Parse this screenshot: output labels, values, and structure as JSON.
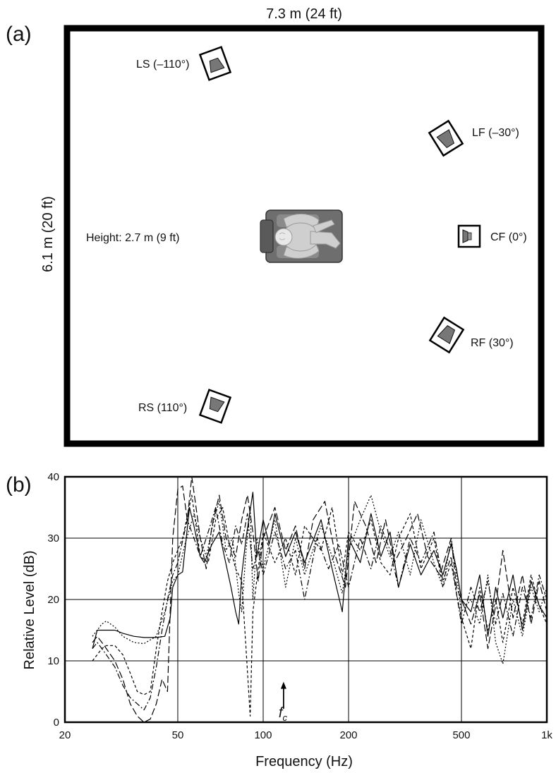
{
  "panel_a": {
    "panel_label": "(a)",
    "width_label": "7.3 m (24 ft)",
    "depth_label": "6.1 m (20 ft)",
    "height_label": "Height: 2.7 m (9 ft)",
    "speakers": [
      {
        "id": "ls",
        "label": "LS (–110°)",
        "angle_deg": -110
      },
      {
        "id": "lf",
        "label": "LF (–30°)",
        "angle_deg": -30
      },
      {
        "id": "cf",
        "label": "CF (0°)",
        "angle_deg": 0
      },
      {
        "id": "rf",
        "label": "RF (30°)",
        "angle_deg": 30
      },
      {
        "id": "rs",
        "label": "RS (110°)",
        "angle_deg": 110
      }
    ]
  },
  "panel_b": {
    "panel_label": "(b)",
    "xlabel": "Frequency (Hz)",
    "ylabel": "Relative Level (dB)",
    "fc_label": "f",
    "fc_sub": "c",
    "fc_hz": 118
  },
  "chart_data": {
    "type": "line",
    "xscale": "log",
    "xlim": [
      20,
      1000
    ],
    "ylim": [
      0,
      40
    ],
    "xticks": [
      20,
      50,
      100,
      200,
      500,
      1000
    ],
    "xtick_labels": [
      "20",
      "50",
      "100",
      "200",
      "500",
      "1k"
    ],
    "yticks": [
      0,
      10,
      20,
      30,
      40
    ],
    "ytick_labels": [
      "0",
      "10",
      "20",
      "30",
      "40"
    ],
    "grid": true,
    "xlabel": "Frequency (Hz)",
    "ylabel": "Relative Level (dB)",
    "series": [
      {
        "style": "solid",
        "points": [
          [
            25,
            12
          ],
          [
            26,
            15
          ],
          [
            27,
            15
          ],
          [
            28,
            15
          ],
          [
            30,
            15
          ],
          [
            32,
            14.5
          ],
          [
            35,
            14
          ],
          [
            38,
            13.8
          ],
          [
            42,
            13.8
          ],
          [
            45,
            14
          ],
          [
            47,
            17
          ],
          [
            48,
            22
          ],
          [
            50,
            24
          ],
          [
            52,
            24.5
          ],
          [
            55,
            35
          ],
          [
            57,
            32
          ],
          [
            60,
            27
          ],
          [
            62,
            26
          ],
          [
            66,
            29
          ],
          [
            70,
            31
          ],
          [
            73,
            27
          ],
          [
            77,
            22
          ],
          [
            80,
            18
          ],
          [
            82,
            16
          ],
          [
            84,
            24
          ],
          [
            87,
            30
          ],
          [
            92,
            37.5
          ],
          [
            95,
            27
          ],
          [
            100,
            33
          ],
          [
            105,
            29
          ],
          [
            110,
            34
          ],
          [
            120,
            27
          ],
          [
            130,
            31
          ],
          [
            140,
            26
          ],
          [
            160,
            33
          ],
          [
            175,
            25
          ],
          [
            190,
            18
          ],
          [
            200,
            30
          ],
          [
            220,
            26
          ],
          [
            240,
            34
          ],
          [
            260,
            27
          ],
          [
            280,
            31
          ],
          [
            300,
            22
          ],
          [
            330,
            29
          ],
          [
            360,
            24
          ],
          [
            400,
            28
          ],
          [
            430,
            24
          ],
          [
            460,
            29
          ],
          [
            480,
            25
          ],
          [
            500,
            20
          ],
          [
            540,
            18
          ],
          [
            580,
            24
          ],
          [
            620,
            14
          ],
          [
            660,
            22
          ],
          [
            700,
            17
          ],
          [
            760,
            24
          ],
          [
            820,
            15
          ],
          [
            880,
            23
          ],
          [
            940,
            19
          ],
          [
            1000,
            17
          ]
        ]
      },
      {
        "style": "dotted",
        "points": [
          [
            25,
            14
          ],
          [
            26,
            15
          ],
          [
            27,
            16
          ],
          [
            28,
            16.5
          ],
          [
            30,
            15.5
          ],
          [
            32,
            14
          ],
          [
            35,
            13
          ],
          [
            38,
            12.8
          ],
          [
            42,
            14
          ],
          [
            45,
            18
          ],
          [
            48,
            23
          ],
          [
            50,
            24
          ],
          [
            53,
            29
          ],
          [
            57,
            34
          ],
          [
            60,
            30
          ],
          [
            63,
            27
          ],
          [
            67,
            33
          ],
          [
            70,
            36
          ],
          [
            74,
            28
          ],
          [
            78,
            30
          ],
          [
            82,
            21
          ],
          [
            84,
            18
          ],
          [
            87,
            28
          ],
          [
            90,
            35
          ],
          [
            92,
            20
          ],
          [
            95,
            30
          ],
          [
            100,
            25
          ],
          [
            110,
            33
          ],
          [
            120,
            22
          ],
          [
            130,
            30
          ],
          [
            140,
            24
          ],
          [
            160,
            32
          ],
          [
            175,
            27
          ],
          [
            190,
            21
          ],
          [
            200,
            28
          ],
          [
            220,
            33
          ],
          [
            240,
            37
          ],
          [
            260,
            31
          ],
          [
            280,
            27
          ],
          [
            300,
            31
          ],
          [
            330,
            24
          ],
          [
            360,
            33
          ],
          [
            400,
            26
          ],
          [
            430,
            22
          ],
          [
            460,
            30
          ],
          [
            480,
            24
          ],
          [
            500,
            18
          ],
          [
            540,
            20
          ],
          [
            580,
            16
          ],
          [
            620,
            24
          ],
          [
            660,
            13
          ],
          [
            700,
            9.5
          ],
          [
            760,
            20
          ],
          [
            820,
            14
          ],
          [
            880,
            22
          ],
          [
            940,
            18
          ],
          [
            1000,
            22
          ]
        ]
      },
      {
        "style": "dashed",
        "points": [
          [
            25,
            10
          ],
          [
            26,
            11
          ],
          [
            27,
            12
          ],
          [
            28,
            12.5
          ],
          [
            30,
            12.5
          ],
          [
            32,
            11
          ],
          [
            34,
            8
          ],
          [
            36,
            5
          ],
          [
            38,
            4.5
          ],
          [
            40,
            5
          ],
          [
            42,
            12
          ],
          [
            44,
            18
          ],
          [
            46,
            23
          ],
          [
            48,
            26
          ],
          [
            52,
            30
          ],
          [
            56,
            37
          ],
          [
            58,
            32
          ],
          [
            60,
            27
          ],
          [
            64,
            26
          ],
          [
            68,
            33
          ],
          [
            72,
            35
          ],
          [
            76,
            29
          ],
          [
            80,
            25
          ],
          [
            84,
            23
          ],
          [
            87,
            12
          ],
          [
            90,
            1
          ],
          [
            92,
            18
          ],
          [
            96,
            25
          ],
          [
            100,
            31
          ],
          [
            110,
            26
          ],
          [
            120,
            30
          ],
          [
            130,
            24
          ],
          [
            140,
            32
          ],
          [
            160,
            28
          ],
          [
            175,
            35
          ],
          [
            190,
            24
          ],
          [
            200,
            31
          ],
          [
            220,
            28
          ],
          [
            240,
            33
          ],
          [
            260,
            26
          ],
          [
            280,
            24
          ],
          [
            300,
            30
          ],
          [
            330,
            34
          ],
          [
            360,
            25
          ],
          [
            400,
            30
          ],
          [
            430,
            22
          ],
          [
            460,
            26
          ],
          [
            480,
            21
          ],
          [
            500,
            17
          ],
          [
            540,
            12
          ],
          [
            580,
            22
          ],
          [
            620,
            15
          ],
          [
            660,
            20
          ],
          [
            700,
            13
          ],
          [
            760,
            22
          ],
          [
            820,
            16
          ],
          [
            880,
            24
          ],
          [
            940,
            19
          ],
          [
            1000,
            16
          ]
        ]
      },
      {
        "style": "longdash",
        "points": [
          [
            25,
            13
          ],
          [
            26,
            14
          ],
          [
            27,
            13
          ],
          [
            28,
            12
          ],
          [
            30,
            10
          ],
          [
            32,
            7
          ],
          [
            34,
            3
          ],
          [
            36,
            1
          ],
          [
            38,
            0
          ],
          [
            40,
            0.5
          ],
          [
            42,
            3
          ],
          [
            44,
            7
          ],
          [
            46,
            5
          ],
          [
            47,
            18
          ],
          [
            48,
            30
          ],
          [
            50,
            38
          ],
          [
            52,
            38.5
          ],
          [
            54,
            33
          ],
          [
            56,
            40
          ],
          [
            58,
            35
          ],
          [
            60,
            30
          ],
          [
            63,
            25
          ],
          [
            66,
            32
          ],
          [
            70,
            37
          ],
          [
            74,
            30
          ],
          [
            80,
            27
          ],
          [
            84,
            33
          ],
          [
            88,
            37
          ],
          [
            92,
            31
          ],
          [
            96,
            23
          ],
          [
            100,
            30
          ],
          [
            110,
            35
          ],
          [
            120,
            28
          ],
          [
            130,
            32
          ],
          [
            140,
            25
          ],
          [
            150,
            33
          ],
          [
            165,
            36
          ],
          [
            180,
            27
          ],
          [
            195,
            22
          ],
          [
            210,
            36
          ],
          [
            230,
            32
          ],
          [
            250,
            26
          ],
          [
            270,
            33
          ],
          [
            290,
            26
          ],
          [
            320,
            30
          ],
          [
            350,
            34
          ],
          [
            380,
            27
          ],
          [
            420,
            24
          ],
          [
            460,
            30
          ],
          [
            480,
            22
          ],
          [
            500,
            20
          ],
          [
            540,
            16
          ],
          [
            580,
            21
          ],
          [
            620,
            12
          ],
          [
            660,
            19
          ],
          [
            700,
            28
          ],
          [
            760,
            17
          ],
          [
            820,
            24
          ],
          [
            880,
            16
          ],
          [
            940,
            23
          ],
          [
            1000,
            18
          ]
        ]
      },
      {
        "style": "dashdot",
        "points": [
          [
            25,
            12
          ],
          [
            26,
            13
          ],
          [
            27,
            12
          ],
          [
            28,
            11
          ],
          [
            30,
            9
          ],
          [
            32,
            6
          ],
          [
            34,
            4
          ],
          [
            36,
            3
          ],
          [
            38,
            2
          ],
          [
            40,
            4
          ],
          [
            42,
            9
          ],
          [
            44,
            15
          ],
          [
            46,
            20
          ],
          [
            48,
            24
          ],
          [
            50,
            26
          ],
          [
            54,
            33
          ],
          [
            57,
            30
          ],
          [
            60,
            27
          ],
          [
            64,
            31
          ],
          [
            68,
            35
          ],
          [
            72,
            29
          ],
          [
            76,
            26
          ],
          [
            80,
            32
          ],
          [
            84,
            29
          ],
          [
            88,
            34
          ],
          [
            92,
            25
          ],
          [
            96,
            28
          ],
          [
            100,
            24
          ],
          [
            110,
            31
          ],
          [
            120,
            25
          ],
          [
            130,
            28
          ],
          [
            140,
            20
          ],
          [
            155,
            30
          ],
          [
            170,
            25
          ],
          [
            185,
            29
          ],
          [
            200,
            22
          ],
          [
            220,
            30
          ],
          [
            240,
            25
          ],
          [
            260,
            32
          ],
          [
            280,
            28
          ],
          [
            300,
            22
          ],
          [
            330,
            30
          ],
          [
            360,
            26
          ],
          [
            400,
            31
          ],
          [
            430,
            23
          ],
          [
            460,
            27
          ],
          [
            480,
            21
          ],
          [
            500,
            16
          ],
          [
            540,
            22
          ],
          [
            580,
            18
          ],
          [
            620,
            23
          ],
          [
            660,
            16
          ],
          [
            700,
            21
          ],
          [
            760,
            14
          ],
          [
            820,
            22
          ],
          [
            880,
            17
          ],
          [
            940,
            24
          ],
          [
            1000,
            20
          ]
        ]
      }
    ]
  }
}
